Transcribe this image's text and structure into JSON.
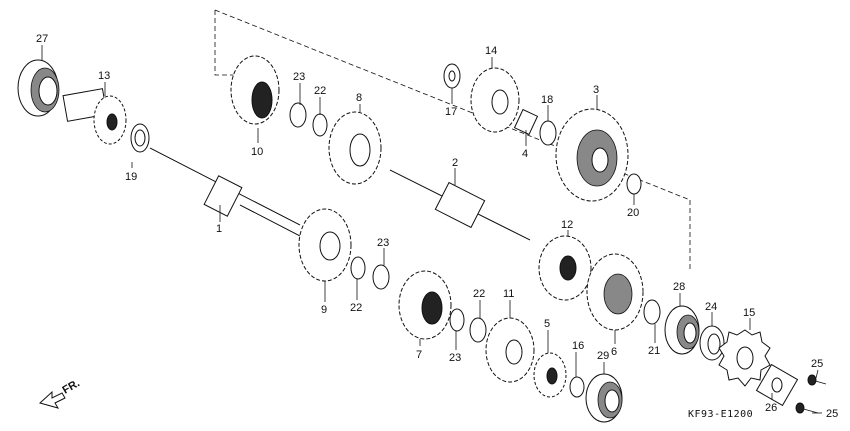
{
  "diagram_code": "KF93-E1200",
  "direction_label": "FR.",
  "callouts": {
    "c1": "1",
    "c2": "2",
    "c3": "3",
    "c4": "4",
    "c5": "5",
    "c6": "6",
    "c7": "7",
    "c8": "8",
    "c9": "9",
    "c10": "10",
    "c11": "11",
    "c12": "12",
    "c13": "13",
    "c14": "14",
    "c15": "15",
    "c16": "16",
    "c17": "17",
    "c18": "18",
    "c19": "19",
    "c20": "20",
    "c21": "21",
    "c22a": "22",
    "c22b": "22",
    "c22c": "22",
    "c23a": "23",
    "c23b": "23",
    "c23c": "23",
    "c24": "24",
    "c25a": "25",
    "c25b": "25",
    "c26": "26",
    "c27": "27",
    "c28": "28",
    "c29": "29"
  }
}
